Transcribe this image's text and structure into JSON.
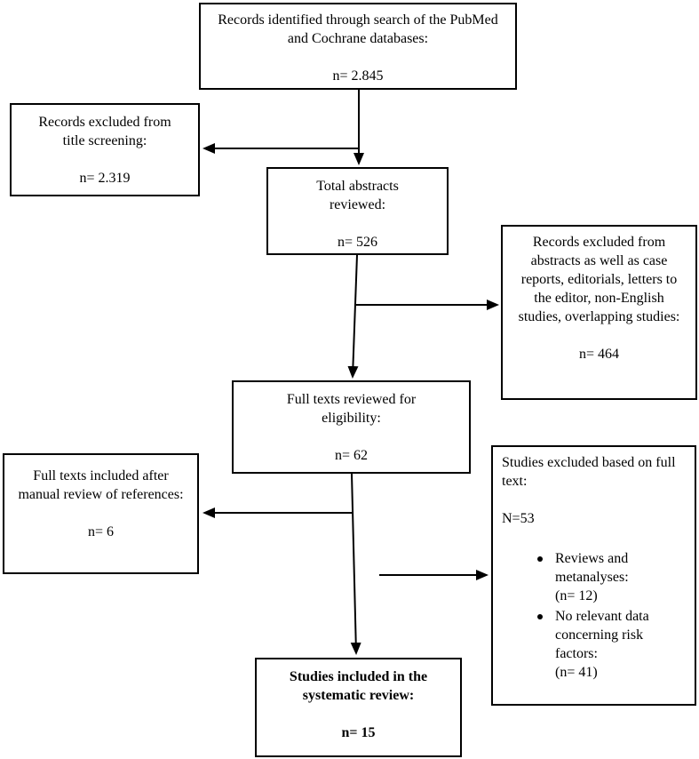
{
  "diagram": {
    "colors": {
      "border": "#000000",
      "background": "#ffffff",
      "text": "#000000"
    },
    "boxes": {
      "identified": {
        "label": "Records identified through search of the PubMed and Cochrane databases:",
        "count": "n= 2.845"
      },
      "excluded_title": {
        "label": "Records excluded from title screening:",
        "count": "n= 2.319"
      },
      "abstracts_reviewed": {
        "label": "Total abstracts reviewed:",
        "count": "n= 526"
      },
      "excluded_abstracts": {
        "label": "Records excluded from abstracts as well as case reports, editorials, letters to the editor, non-English studies, overlapping studies:",
        "count": "n= 464"
      },
      "fulltexts_reviewed": {
        "label": "Full texts reviewed for eligibility:",
        "count": "n= 62"
      },
      "included_references": {
        "label": "Full texts included after manual review of references:",
        "count": "n= 6"
      },
      "excluded_fulltext": {
        "label": "Studies excluded based on full text:",
        "count": "N=53",
        "bullets": [
          {
            "label": "Reviews and metanalyses:",
            "count": "(n= 12)"
          },
          {
            "label": "No relevant data concerning risk factors:",
            "count": "(n= 41)"
          }
        ]
      },
      "included_review": {
        "label": "Studies included in the systematic review:",
        "count": "n= 15"
      }
    }
  }
}
